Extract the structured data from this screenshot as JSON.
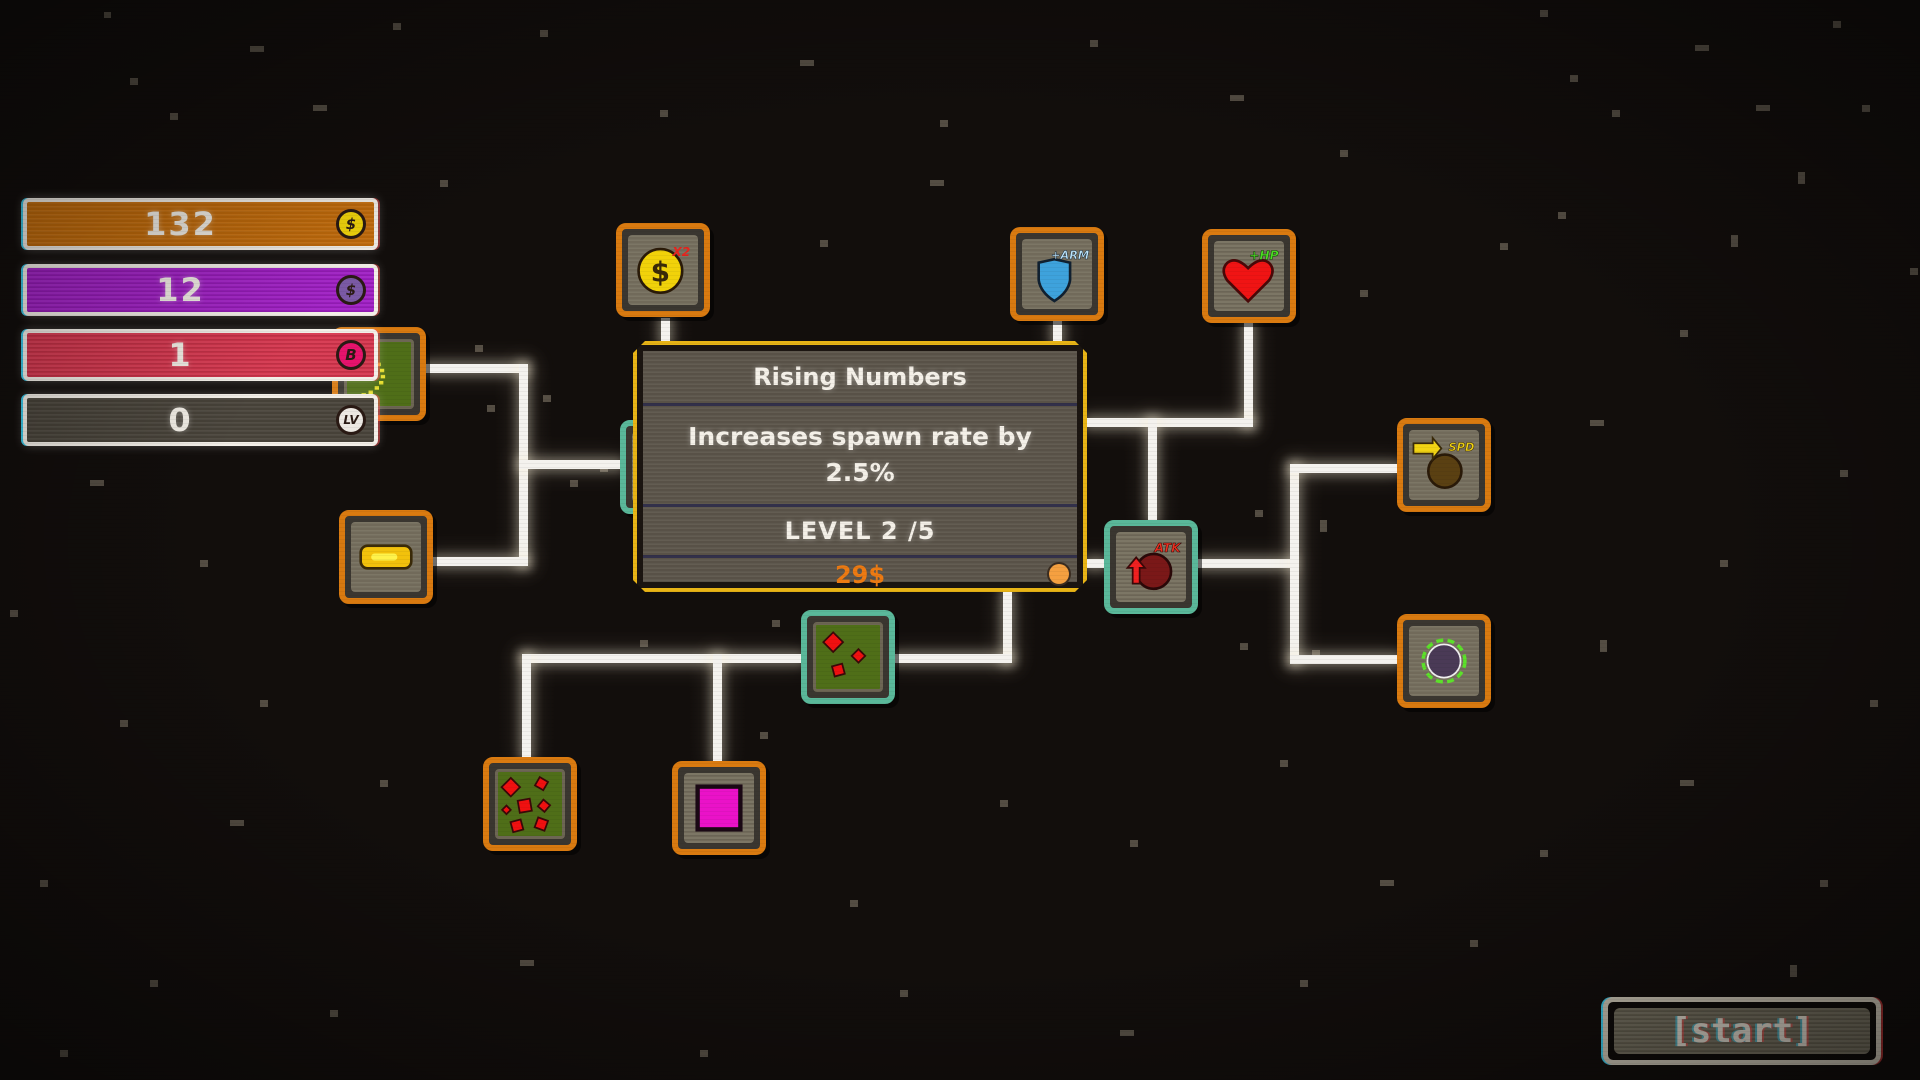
{
  "resources": [
    {
      "id": "gold",
      "value": "132",
      "icon": "gold-coin-icon",
      "icon_glyph": "$",
      "bar_color": "#c96f0b",
      "icon_color": "#f2d40c"
    },
    {
      "id": "gems",
      "value": "12",
      "icon": "purple-coin-icon",
      "icon_glyph": "$",
      "bar_color": "#a11fc6",
      "icon_color": "#7b5aa6"
    },
    {
      "id": "bombs",
      "value": "1",
      "icon": "bomb-token-icon",
      "icon_glyph": "B",
      "bar_color": "#d6364e",
      "icon_color": "#e6136c"
    },
    {
      "id": "level",
      "value": "0",
      "icon": "level-token-icon",
      "icon_glyph": "LV",
      "bar_color": "#4a453b",
      "icon_color": "#ece8e2"
    }
  ],
  "tooltip": {
    "title": "Rising Numbers",
    "description": "Increases spawn rate by 2.5%",
    "level": "LEVEL 2 /5",
    "price": "29$",
    "border_color": "#e8b416",
    "price_color": "#ec7a12"
  },
  "upgrade_nodes": [
    {
      "id": "double-coins",
      "icon": "coin-x2-icon",
      "tag": "X2",
      "state": "locked"
    },
    {
      "id": "armor",
      "icon": "shield-icon",
      "tag": "+ARM",
      "state": "locked"
    },
    {
      "id": "health",
      "icon": "heart-icon",
      "tag": "+HP",
      "state": "locked"
    },
    {
      "id": "attack",
      "icon": "attack-orb-icon",
      "tag": "ATK",
      "state": "purchased"
    },
    {
      "id": "speed",
      "icon": "speed-orb-icon",
      "tag": "SPD",
      "state": "locked"
    },
    {
      "id": "range",
      "icon": "range-orb-icon",
      "tag": "",
      "state": "locked"
    },
    {
      "id": "spawn-small",
      "icon": "red-shards-icon",
      "tag": "",
      "state": "purchased"
    },
    {
      "id": "spawn-large",
      "icon": "many-red-shards-icon",
      "tag": "",
      "state": "locked"
    },
    {
      "id": "magenta-block",
      "icon": "magenta-square-icon",
      "tag": "",
      "state": "locked"
    },
    {
      "id": "gold-bar",
      "icon": "gold-bar-icon",
      "tag": "",
      "state": "locked"
    },
    {
      "id": "dotted-ring",
      "icon": "dotted-ring-icon",
      "tag": "",
      "state": "locked"
    }
  ],
  "colors": {
    "background": "#120e0c",
    "locked_border": "#d97a10",
    "purchased_border": "#5ab89a",
    "connector": "#f4f2ee"
  },
  "start_button": {
    "label": "[start]"
  }
}
